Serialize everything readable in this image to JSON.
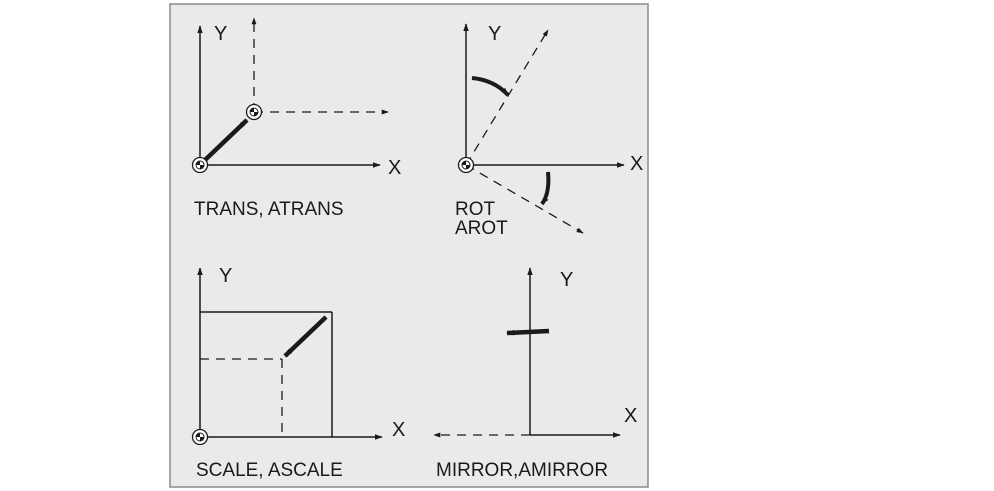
{
  "colors": {
    "panel_background": "#eaeaea",
    "panel_border": "#8a8a8a",
    "ink": "#1a1a1a"
  },
  "icons": [
    "origin-symbol-icon"
  ],
  "quadrants": {
    "trans": {
      "caption": "TRANS, ATRANS",
      "x_axis_label": "X",
      "y_axis_label": "Y"
    },
    "rot": {
      "caption_line1": "ROT",
      "caption_line2": "AROT",
      "x_axis_label": "X",
      "y_axis_label": "Y"
    },
    "scale": {
      "caption": "SCALE, ASCALE",
      "x_axis_label": "X",
      "y_axis_label": "Y"
    },
    "mirror": {
      "caption": "MIRROR,AMIRROR",
      "x_axis_label": "X",
      "y_axis_label": "Y"
    }
  }
}
